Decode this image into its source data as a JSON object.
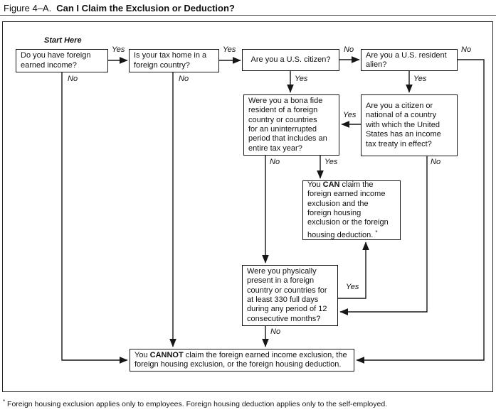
{
  "title": {
    "prefix": "Figure 4–A.",
    "main": "Can I Claim the Exclusion or Deduction?"
  },
  "start_label": "Start Here",
  "labels": {
    "yes": "Yes",
    "no": "No"
  },
  "nodes": {
    "foreign_income": {
      "lines": [
        "Do you have foreign",
        "earned income?"
      ]
    },
    "tax_home": {
      "lines": [
        "Is your tax home in a",
        "foreign country?"
      ]
    },
    "citizen": {
      "lines": [
        "Are you a U.S. citizen?"
      ]
    },
    "resident_alien": {
      "lines": [
        "Are you a U.S. resident",
        "alien?"
      ]
    },
    "bona_fide": {
      "lines": [
        "Were you a bona fide",
        "resident of a foreign",
        "country or countries",
        "for an uninterrupted",
        "period that includes an",
        "entire tax year?"
      ]
    },
    "treaty": {
      "lines": [
        "Are you a citizen or",
        "national of a country",
        "with which the United",
        "States has an income",
        "tax treaty in effect?"
      ]
    },
    "can": {
      "pre": "You ",
      "bold": "CAN",
      "post_lines": [
        " claim the",
        "foreign earned income",
        "exclusion and the",
        "foreign housing",
        "exclusion or the foreign",
        "housing deduction. "
      ],
      "mark": "*"
    },
    "physical_presence": {
      "lines": [
        "Were you physically",
        "present in a foreign",
        "country or countries for",
        "at least 330 full days",
        "during any period of 12",
        "consecutive months?"
      ]
    },
    "cannot": {
      "pre": "You ",
      "bold": "CANNOT",
      "post_lines": [
        " claim the foreign earned income exclusion, the",
        "foreign housing exclusion, or the foreign housing deduction."
      ]
    }
  },
  "footnote": {
    "mark": "*",
    "text": " Foreign housing exclusion applies only to employees. Foreign housing deduction applies only to the self-employed."
  }
}
